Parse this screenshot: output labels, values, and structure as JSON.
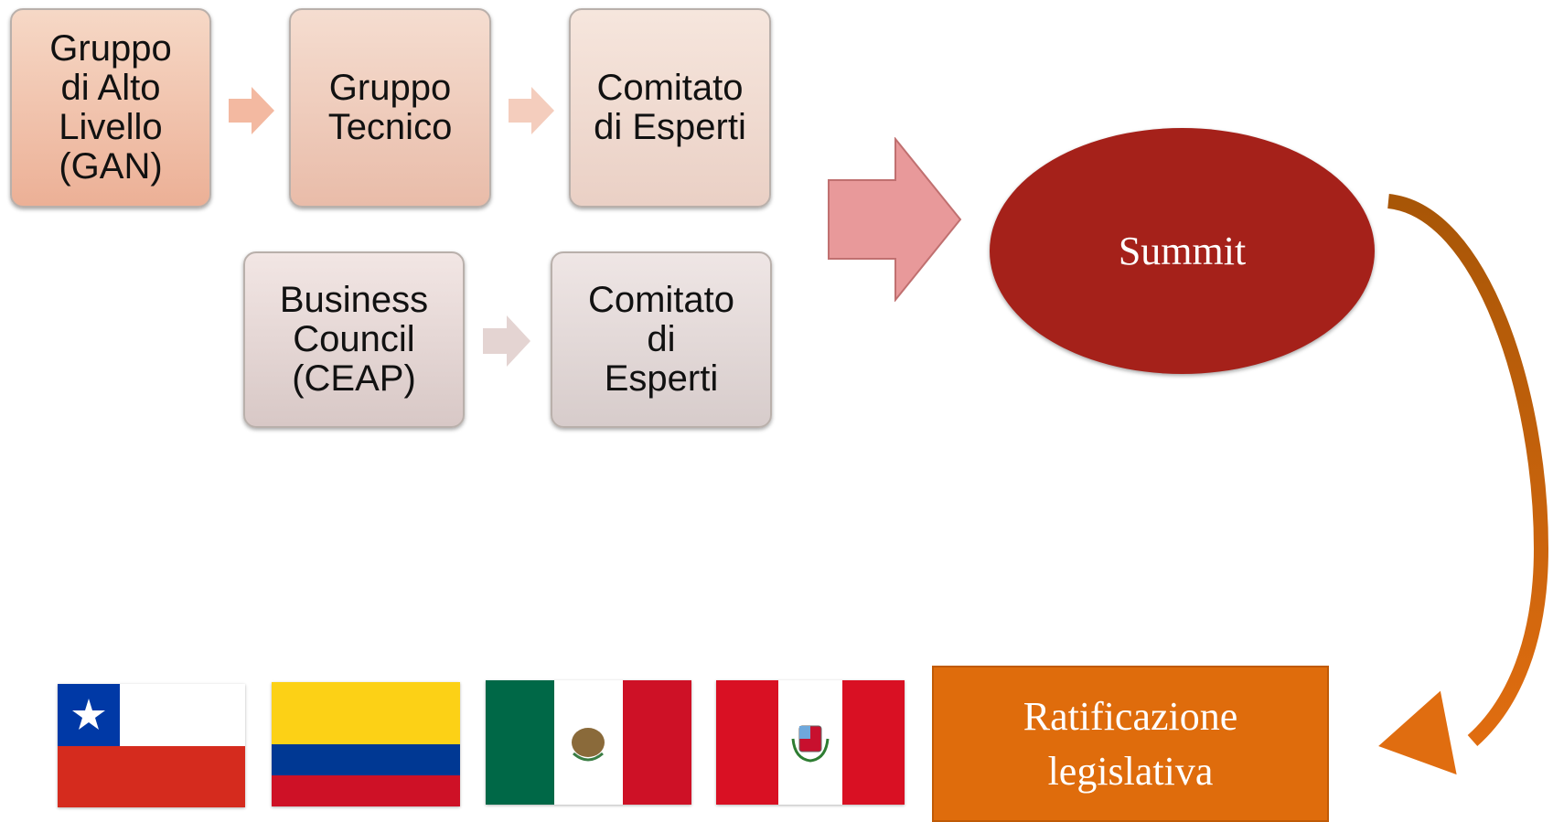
{
  "boxes": {
    "gan": "Gruppo\ndi Alto\nLivello\n(GAN)",
    "gruppo_tecnico": "Gruppo\nTecnico",
    "comitato_1": "Comitato\ndi Esperti",
    "business_council": "Business\nCouncil\n(CEAP)",
    "comitato_2": "Comitato\ndi\nEsperti"
  },
  "summit": "Summit",
  "ratificazione": "Ratificazione\nlegislativa",
  "flags": [
    "chile-flag",
    "colombia-flag",
    "mexico-flag",
    "peru-flag"
  ],
  "colors": {
    "summit": "#a5211a",
    "ratificazione": "#df6c0c",
    "big_arrow": "#e8999a",
    "curve_arrow": "#c55a0a"
  }
}
